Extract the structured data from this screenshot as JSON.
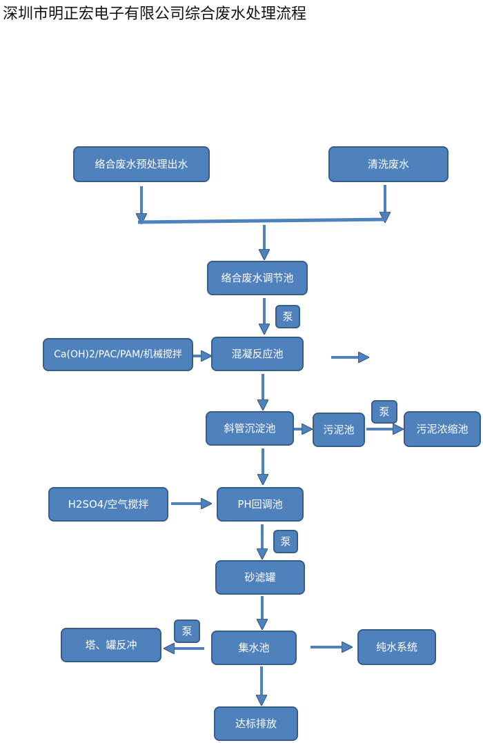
{
  "title": "深圳市明正宏电子有限公司综合废水处理流程",
  "nodes": {
    "pretreat": "络合废水预处理出水",
    "rinse": "清洗废水",
    "adjust_tank": "络合废水调节池",
    "pump1": "泵",
    "chemicals": "Ca(OH)2/PAC/PAM/机械搅拌",
    "coag_tank": "混凝反应池",
    "incl_settler": "斜管沉淀池",
    "sludge_tank": "污泥池",
    "pump2": "泵",
    "sludge_thick": "污泥浓缩池",
    "acid_air": "H2SO4/空气搅拌",
    "ph_tank": "PH回调池",
    "pump3": "泵",
    "sand_filter": "砂滤罐",
    "pump4": "泵",
    "backwash": "塔、罐反冲",
    "collect_tank": "集水池",
    "pure_water": "纯水系统",
    "discharge": "达标排放"
  },
  "colors": {
    "box_fill": "#4f81bd",
    "box_border": "#385d8a",
    "arrow": "#4f81bd"
  }
}
